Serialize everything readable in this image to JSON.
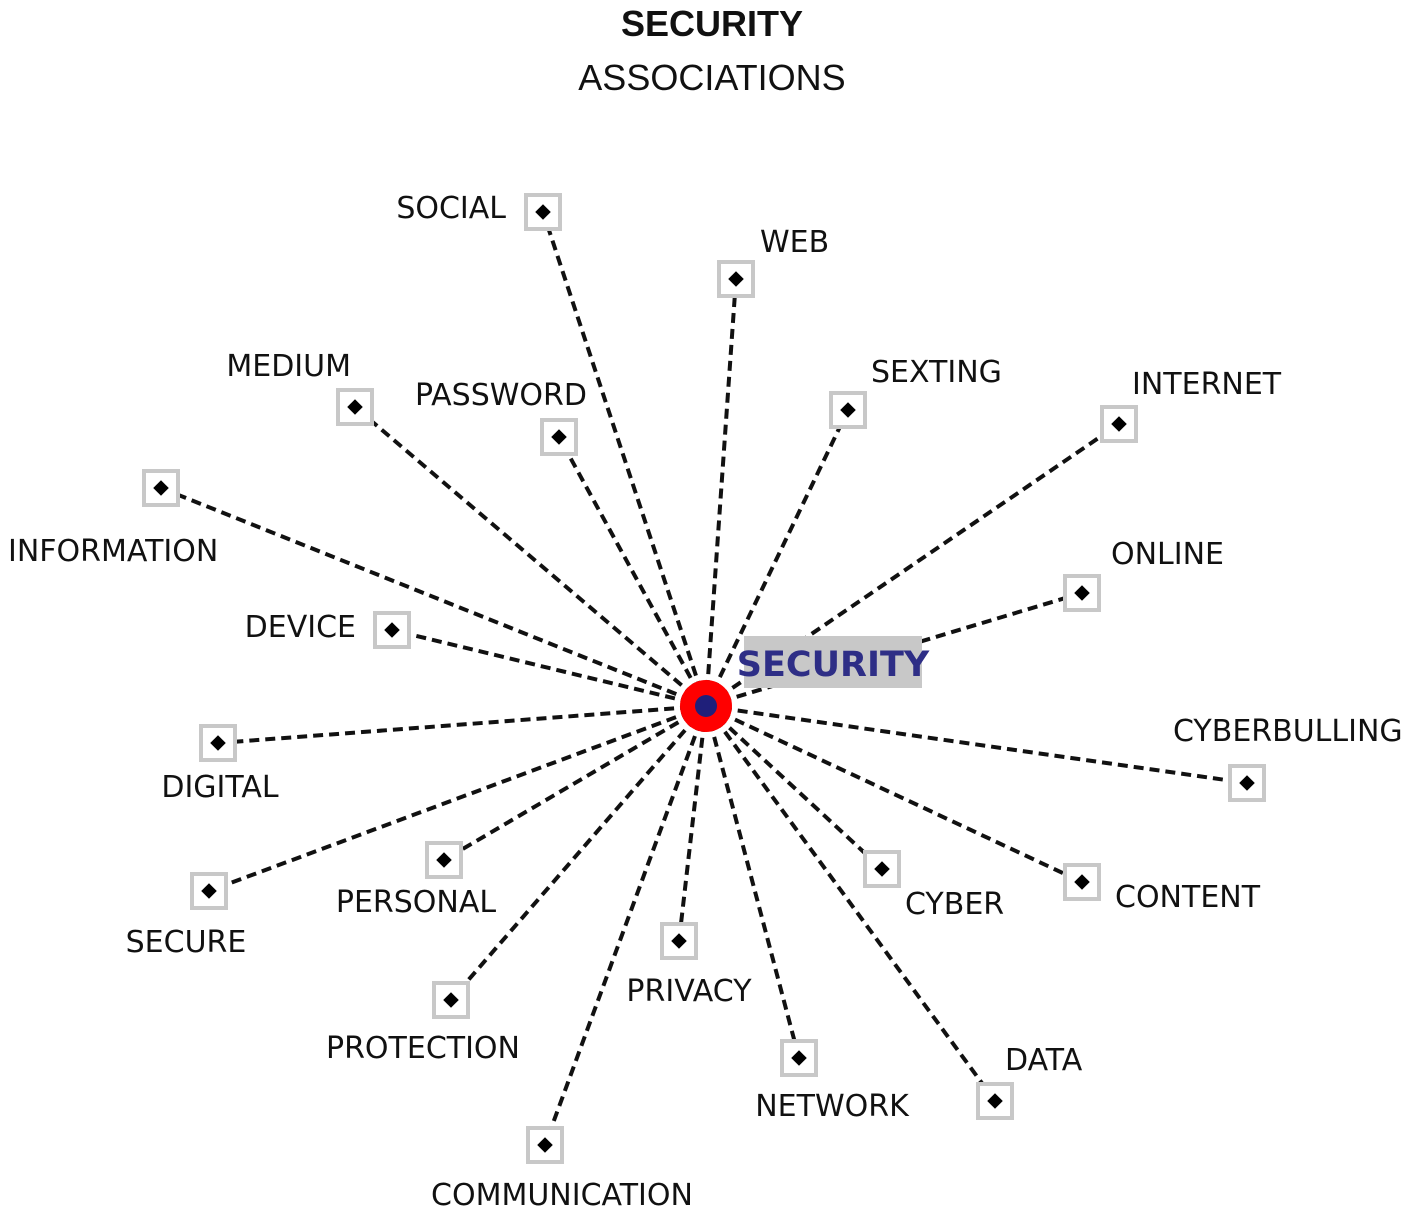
{
  "title": "SECURITY",
  "subtitle": "ASSOCIATIONS",
  "center": {
    "label": "SECURITY",
    "label_color": "#2e2e86",
    "label_bg_color": "#c8c8c8",
    "ring_color": "#ff0000",
    "dot_color": "#1f1f7a"
  },
  "colors": {
    "link": "#111111",
    "node_frame": "#c8c8c8",
    "node_marker": "#000000"
  },
  "nodes": [
    {
      "label": "SOCIAL"
    },
    {
      "label": "WEB"
    },
    {
      "label": "MEDIUM"
    },
    {
      "label": "PASSWORD"
    },
    {
      "label": "SEXTING"
    },
    {
      "label": "INTERNET"
    },
    {
      "label": "INFORMATION"
    },
    {
      "label": "ONLINE"
    },
    {
      "label": "DEVICE"
    },
    {
      "label": "CYBERBULLING"
    },
    {
      "label": "DIGITAL"
    },
    {
      "label": "PERSONAL"
    },
    {
      "label": "CYBER"
    },
    {
      "label": "CONTENT"
    },
    {
      "label": "SECURE"
    },
    {
      "label": "PRIVACY"
    },
    {
      "label": "PROTECTION"
    },
    {
      "label": "NETWORK"
    },
    {
      "label": "DATA"
    },
    {
      "label": "COMMUNICATION"
    }
  ]
}
